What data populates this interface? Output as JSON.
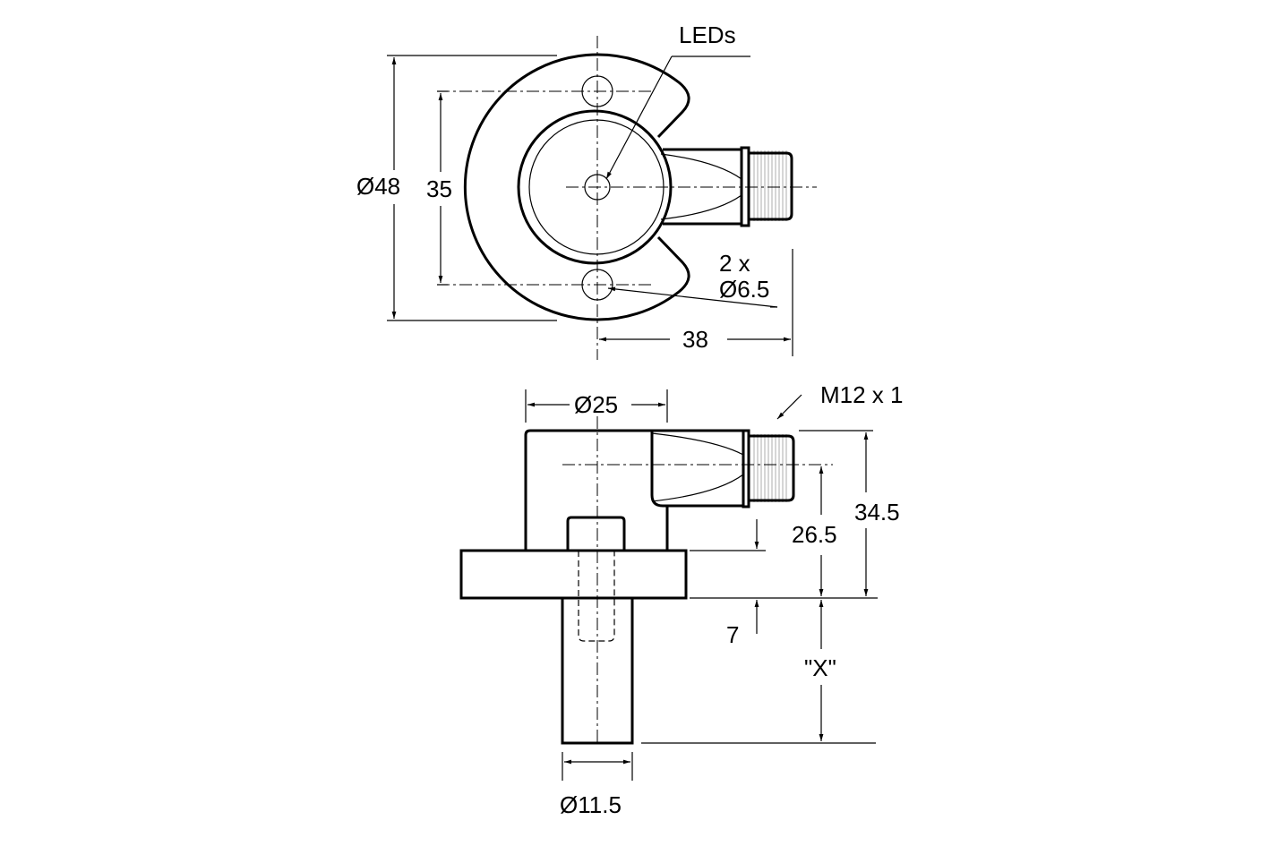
{
  "top_view": {
    "leds_label": "LEDs",
    "outer_diameter": "Ø48",
    "hole_spacing": "35",
    "holes_count": "2 x",
    "hole_diameter": "Ø6.5",
    "connector_offset": "38"
  },
  "side_view": {
    "body_diameter": "Ø25",
    "thread_label": "M12 x 1",
    "total_height": "34.5",
    "connector_height": "26.5",
    "flange_thickness": "7",
    "shaft_length": "\"X\"",
    "shaft_diameter": "Ø11.5"
  }
}
